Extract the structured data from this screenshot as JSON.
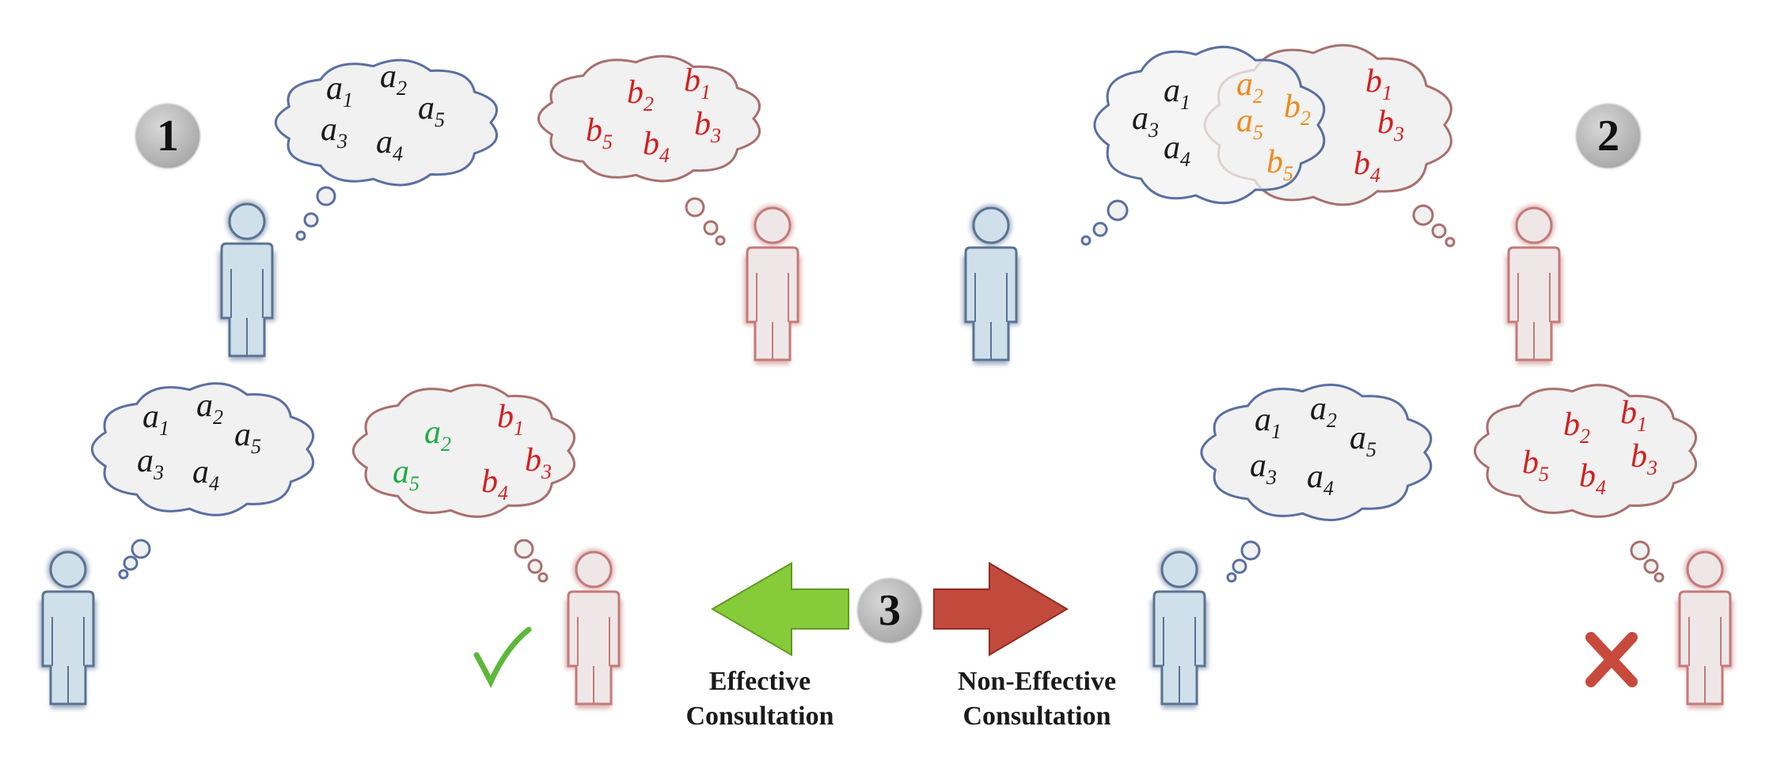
{
  "steps": {
    "step1": "1",
    "step2": "2",
    "step3": "3"
  },
  "labels": {
    "effective_line1": "Effective",
    "effective_line2": "Consultation",
    "noneffective_line1": "Non-Effective",
    "noneffective_line2": "Consultation"
  },
  "colors": {
    "person_a_stroke": "#5a7394",
    "person_a_fill": "#cfe0ea",
    "person_b_stroke": "#c47a78",
    "person_b_fill": "#efe7e7",
    "cloud_fill": "#f1f1f1",
    "cloud_a_stroke": "#5a6fa0",
    "cloud_b_stroke": "#a86f6d",
    "text_black": "#1a1a1a",
    "text_red": "#d42020",
    "text_green": "#22aa44",
    "text_orange": "#f08a1a",
    "arrow_green": "#86cc3a",
    "arrow_red": "#c24a3c",
    "check": "#5cb83a",
    "cross": "#c84a3c"
  },
  "clouds": [
    {
      "id": "p1-cloud-a",
      "items": [
        {
          "base": "a",
          "sub": "1",
          "color": "black"
        },
        {
          "base": "a",
          "sub": "2",
          "color": "black"
        },
        {
          "base": "a",
          "sub": "5",
          "color": "black"
        },
        {
          "base": "a",
          "sub": "3",
          "color": "black"
        },
        {
          "base": "a",
          "sub": "4",
          "color": "black"
        }
      ]
    },
    {
      "id": "p1-cloud-b",
      "items": [
        {
          "base": "b",
          "sub": "2",
          "color": "red"
        },
        {
          "base": "b",
          "sub": "1",
          "color": "red"
        },
        {
          "base": "b",
          "sub": "5",
          "color": "red"
        },
        {
          "base": "b",
          "sub": "4",
          "color": "red"
        },
        {
          "base": "b",
          "sub": "3",
          "color": "red"
        }
      ]
    },
    {
      "id": "p2-cloud-a",
      "items": [
        {
          "base": "a",
          "sub": "1",
          "color": "black"
        },
        {
          "base": "a",
          "sub": "3",
          "color": "black"
        },
        {
          "base": "a",
          "sub": "4",
          "color": "black"
        }
      ]
    },
    {
      "id": "p2-cloud-overlap",
      "items": [
        {
          "base": "a",
          "sub": "2",
          "color": "orange"
        },
        {
          "base": "b",
          "sub": "2",
          "color": "orange"
        },
        {
          "base": "a",
          "sub": "5",
          "color": "orange"
        },
        {
          "base": "b",
          "sub": "5",
          "color": "orange"
        }
      ]
    },
    {
      "id": "p2-cloud-b",
      "items": [
        {
          "base": "b",
          "sub": "1",
          "color": "red"
        },
        {
          "base": "b",
          "sub": "3",
          "color": "red"
        },
        {
          "base": "b",
          "sub": "4",
          "color": "red"
        }
      ]
    },
    {
      "id": "p3-left-cloud-a",
      "items": [
        {
          "base": "a",
          "sub": "1",
          "color": "black"
        },
        {
          "base": "a",
          "sub": "2",
          "color": "black"
        },
        {
          "base": "a",
          "sub": "5",
          "color": "black"
        },
        {
          "base": "a",
          "sub": "3",
          "color": "black"
        },
        {
          "base": "a",
          "sub": "4",
          "color": "black"
        }
      ]
    },
    {
      "id": "p3-left-cloud-b",
      "items": [
        {
          "base": "a",
          "sub": "2",
          "color": "green"
        },
        {
          "base": "b",
          "sub": "1",
          "color": "red"
        },
        {
          "base": "b",
          "sub": "3",
          "color": "red"
        },
        {
          "base": "a",
          "sub": "5",
          "color": "green"
        },
        {
          "base": "b",
          "sub": "4",
          "color": "red"
        }
      ]
    },
    {
      "id": "p3-right-cloud-a",
      "items": [
        {
          "base": "a",
          "sub": "1",
          "color": "black"
        },
        {
          "base": "a",
          "sub": "2",
          "color": "black"
        },
        {
          "base": "a",
          "sub": "5",
          "color": "black"
        },
        {
          "base": "a",
          "sub": "3",
          "color": "black"
        },
        {
          "base": "a",
          "sub": "4",
          "color": "black"
        }
      ]
    },
    {
      "id": "p3-right-cloud-b",
      "items": [
        {
          "base": "b",
          "sub": "2",
          "color": "red"
        },
        {
          "base": "b",
          "sub": "1",
          "color": "red"
        },
        {
          "base": "b",
          "sub": "5",
          "color": "red"
        },
        {
          "base": "b",
          "sub": "4",
          "color": "red"
        },
        {
          "base": "b",
          "sub": "3",
          "color": "red"
        }
      ]
    }
  ],
  "icons": {
    "check": "check-icon",
    "cross": "cross-icon",
    "person": "person-icon",
    "arrow_left": "arrow-left-icon",
    "arrow_right": "arrow-right-icon"
  }
}
